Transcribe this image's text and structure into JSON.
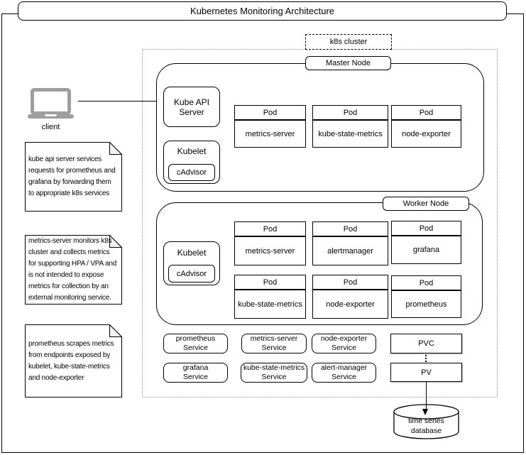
{
  "title": "Kubernetes Monitoring Architecture",
  "labels": {
    "pod": "Pod",
    "kubelet": "Kubelet",
    "cadvisor": "cAdvisor",
    "kube_api_server": "Kube API Server"
  },
  "client": {
    "label": "client"
  },
  "cluster": {
    "label": "k8s cluster",
    "master": {
      "label": "Master Node",
      "pods": [
        "metrics-server",
        "kube-state-metrics",
        "node-exporter"
      ]
    },
    "worker": {
      "label": "Worker Node",
      "pods": [
        "metrics-server",
        "alertmanager",
        "grafana",
        "kube-state-metrics",
        "node-exporter",
        "prometheus"
      ]
    },
    "services": [
      {
        "name": "prometheus",
        "type": "Service"
      },
      {
        "name": "metrics-server",
        "type": "Service"
      },
      {
        "name": "node-exporter",
        "type": "Service"
      },
      {
        "name": "grafana",
        "type": "Service"
      },
      {
        "name": "kube-state-metrics",
        "type": "Service"
      },
      {
        "name": "alert-manager",
        "type": "Service"
      }
    ],
    "storage": {
      "pvc": "PVC",
      "pv": "PV"
    }
  },
  "database": {
    "label": "time series\ndatabase"
  },
  "notes": [
    {
      "text": "kube api server services requests for prometheus and grafana by forwarding them to appropriate k8s services"
    },
    {
      "text": "metrics-server monitors k8s cluster and collects metrics for supporting HPA / VPA and is not intended to expose metrics for collection by an external monitoring service."
    },
    {
      "text": "prometheus scrapes metrics from endpoints exposed by kubelet, kube-state-metrics and node-exporter"
    }
  ],
  "colors": {
    "border": "#000000",
    "laptop": "#9e9e9e",
    "cluster_boundary": "#8a8a8a",
    "background": "#ffffff"
  }
}
